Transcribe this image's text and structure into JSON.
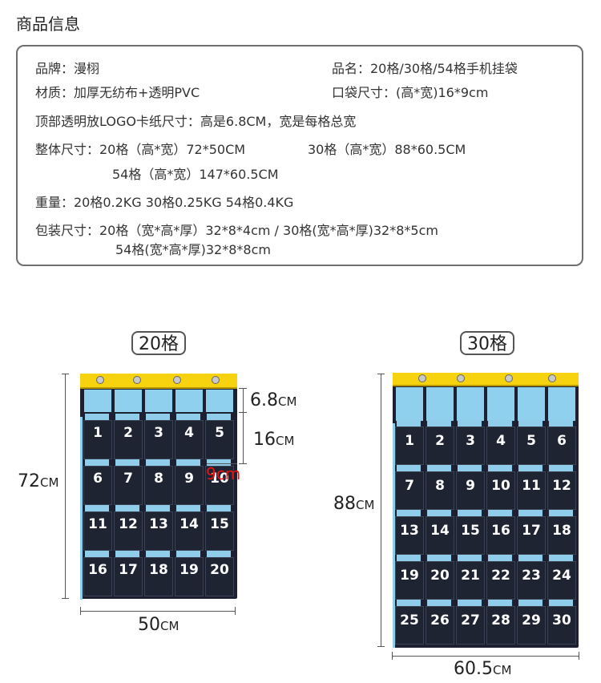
{
  "title": "商品信息",
  "info": {
    "brand": "品牌：漫栩",
    "name": "品名：20格/30格/54格手机挂袋",
    "material": "材质：加厚无纺布+透明PVC",
    "pocket_size": "口袋尺寸：(高*宽)16*9cm",
    "logo_card": "顶部透明放LOGO卡纸尺寸：高是6.8CM，宽是每格总宽",
    "overall_1": "整体尺寸：20格（高*宽）72*50CM",
    "overall_2": "30格（高*宽）88*60.5CM",
    "overall_3": "54格（高*宽）147*60.5CM",
    "weight": "重量：20格0.2KG  30格0.25KG  54格0.4KG",
    "package_1": "包装尺寸：20格（宽*高*厚）32*8*4cm   /  30格(宽*高*厚)32*8*5cm",
    "package_2": "54格(宽*高*厚)32*8*8cm"
  },
  "left_holder": {
    "badge": "20格",
    "height_num": "72",
    "height_unit": "CM",
    "width_num": "50",
    "width_unit": "CM",
    "logo_h_num": "6.8",
    "logo_h_unit": "CM",
    "pocket_h_num": "16",
    "pocket_h_unit": "CM",
    "pocket_w": "9cm",
    "numbers": [
      "1",
      "2",
      "3",
      "4",
      "5",
      "6",
      "7",
      "8",
      "9",
      "10",
      "11",
      "12",
      "13",
      "14",
      "15",
      "16",
      "17",
      "18",
      "19",
      "20"
    ]
  },
  "right_holder": {
    "badge": "30格",
    "height_num": "88",
    "height_unit": "CM",
    "width_num": "60.5",
    "width_unit": "CM",
    "numbers": [
      "1",
      "2",
      "3",
      "4",
      "5",
      "6",
      "7",
      "8",
      "9",
      "10",
      "11",
      "12",
      "13",
      "14",
      "15",
      "16",
      "17",
      "18",
      "19",
      "20",
      "21",
      "22",
      "23",
      "24",
      "25",
      "26",
      "27",
      "28",
      "29",
      "30"
    ]
  },
  "colors": {
    "bar": "#f6d20f",
    "fabric": "#1c2030",
    "accent": "#8fcdea",
    "red": "#e11111"
  }
}
